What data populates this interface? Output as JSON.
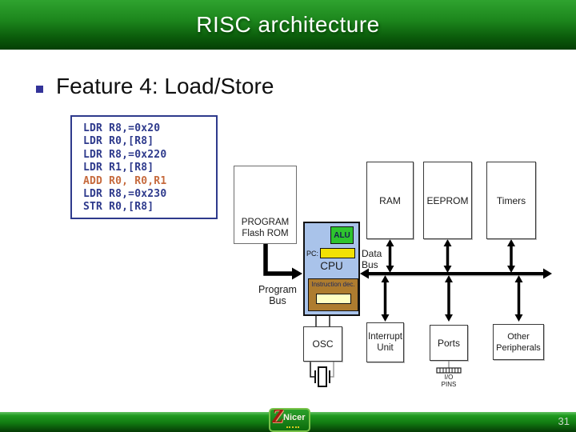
{
  "header": {
    "title": "RISC architecture"
  },
  "bullet": {
    "label": "Feature 4: Load/Store"
  },
  "code": {
    "lines": [
      "LDR R8,=0x20",
      "LDR R0,[R8]",
      "LDR R8,=0x220",
      "LDR R1,[R8]",
      "ADD R0, R0,R1",
      "LDR R8,=0x230",
      "STR R0,[R8]"
    ],
    "highlight_color": "#c66a3d",
    "text_color": "#2e3a8c"
  },
  "diagram": {
    "flash_rom": {
      "line1": "PROGRAM",
      "line2": "Flash ROM"
    },
    "ram": "RAM",
    "eeprom": "EEPROM",
    "timers": "Timers",
    "cpu": {
      "label": "CPU",
      "alu": "ALU",
      "pc": "PC:",
      "instruction_decoder": "Instruction dec."
    },
    "osc": "OSC",
    "interrupt_unit": "Interrupt Unit",
    "ports": "Ports",
    "other_peripherals": "Other Peripherals",
    "data_bus": {
      "line1": "Data",
      "line2": "Bus"
    },
    "program_bus": {
      "line1": "Program",
      "line2": "Bus"
    },
    "io_pins": {
      "line1": "I/O",
      "line2": "PINS"
    },
    "colors": {
      "cpu_fill": "#a9c3ea",
      "alu_fill": "#2ec42e",
      "pc_register_fill": "#f2e104",
      "decoder_fill": "#ae7c2f",
      "decoder_register_fill": "#ffffc4",
      "bus": "#000000"
    }
  },
  "footer": {
    "logo_z": "Z",
    "logo_name": "Nicer",
    "page_number": "31"
  }
}
